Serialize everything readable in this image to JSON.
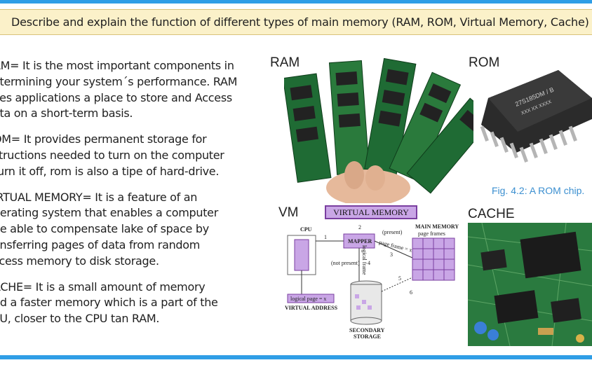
{
  "title": "Describe and explain the function of different types of main memory  (RAM, ROM, Virtual Memory, Cache)",
  "paragraphs": [
    [
      "AM= It is the most important components in",
      "etermining your system´s performance. RAM",
      "ves applications a place to store and Access",
      "ata on a short-term basis."
    ],
    [
      "OM= It provides permanent storage for",
      "structions needed to turn on the computer",
      "turn it off, rom is also a tipe of hard-drive."
    ],
    [
      "IRTUAL MEMORY= It is a feature of an",
      "perating system that enables a computer",
      "be able to compensate lake of space by",
      "ansferring pages of data from random",
      "ccess memory to disk storage."
    ],
    [
      "ACHE= It is a small amount of memory",
      "nd a faster memory which is a part of the",
      "PU, closer to the CPU tan RAM."
    ]
  ],
  "panels": {
    "ram_label": "RAM",
    "rom_label": "ROM",
    "vm_label": "VM",
    "cache_label": "CACHE",
    "rom_caption": "Fig. 4.2: A ROM chip.",
    "rom_chip_text": "27S185DM / B",
    "rom_chip_subtext": "XXX XX XXXX"
  },
  "vm_diagram": {
    "title": "VIRTUAL MEMORY",
    "cpu": "CPU",
    "mapper": "MAPPER",
    "main_memory": "MAIN MEMORY",
    "page_frames": "page frames",
    "present": "(present)",
    "page_frame_x": "page frame = x",
    "not_present": "(not present)",
    "logical_frame": "logical frame",
    "logical_page": "logical page = x",
    "virtual_address": "VIRTUAL ADDRESS",
    "secondary_storage": [
      "SECONDARY",
      "STORAGE"
    ],
    "steps": [
      "1",
      "2",
      "3",
      "4",
      "5",
      "6"
    ]
  },
  "colors": {
    "accent_bar": "#2f9ee6",
    "title_bg": "#fbf1c9",
    "vm_purple": "#c9a6e6",
    "caption_blue": "#3b8fd0"
  }
}
